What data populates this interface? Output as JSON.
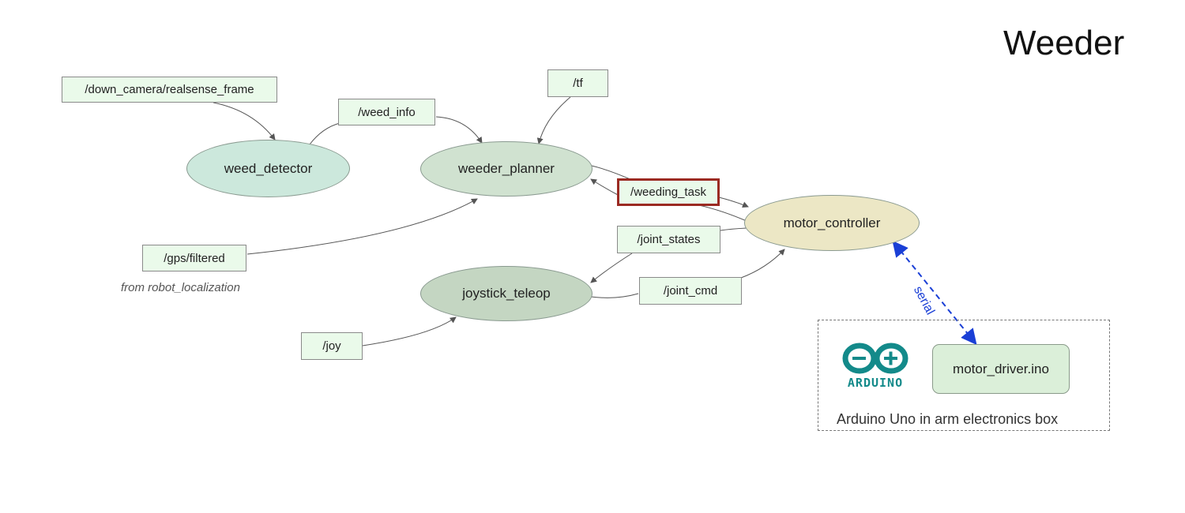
{
  "title": "Weeder",
  "nodes": {
    "weed_detector": "weed_detector",
    "weeder_planner": "weeder_planner",
    "motor_controller": "motor_controller",
    "joystick_teleop": "joystick_teleop"
  },
  "topics": {
    "down_camera": "/down_camera/realsense_frame",
    "weed_info": "/weed_info",
    "tf": "/tf",
    "weeding_task": "/weeding_task",
    "gps_filtered": "/gps/filtered",
    "joint_states": "/joint_states",
    "joint_cmd": "/joint_cmd",
    "joy": "/joy"
  },
  "gps_caption": "from robot_localization",
  "serial_label": "serial",
  "arduino": {
    "logo_text": "ARDUINO",
    "firmware": "motor_driver.ino",
    "box_caption": "Arduino Uno in arm electronics box"
  },
  "colors": {
    "node_weed_detector": "#cce8dc",
    "node_weeder_planner": "#d0e2d0",
    "node_motor_controller": "#ece7c5",
    "node_joystick_teleop": "#c4d6c2",
    "topic_fill": "#eafaea",
    "highlight_border": "#9b2a22",
    "serial": "#1a3fd6",
    "arduino_teal": "#138a8a"
  }
}
